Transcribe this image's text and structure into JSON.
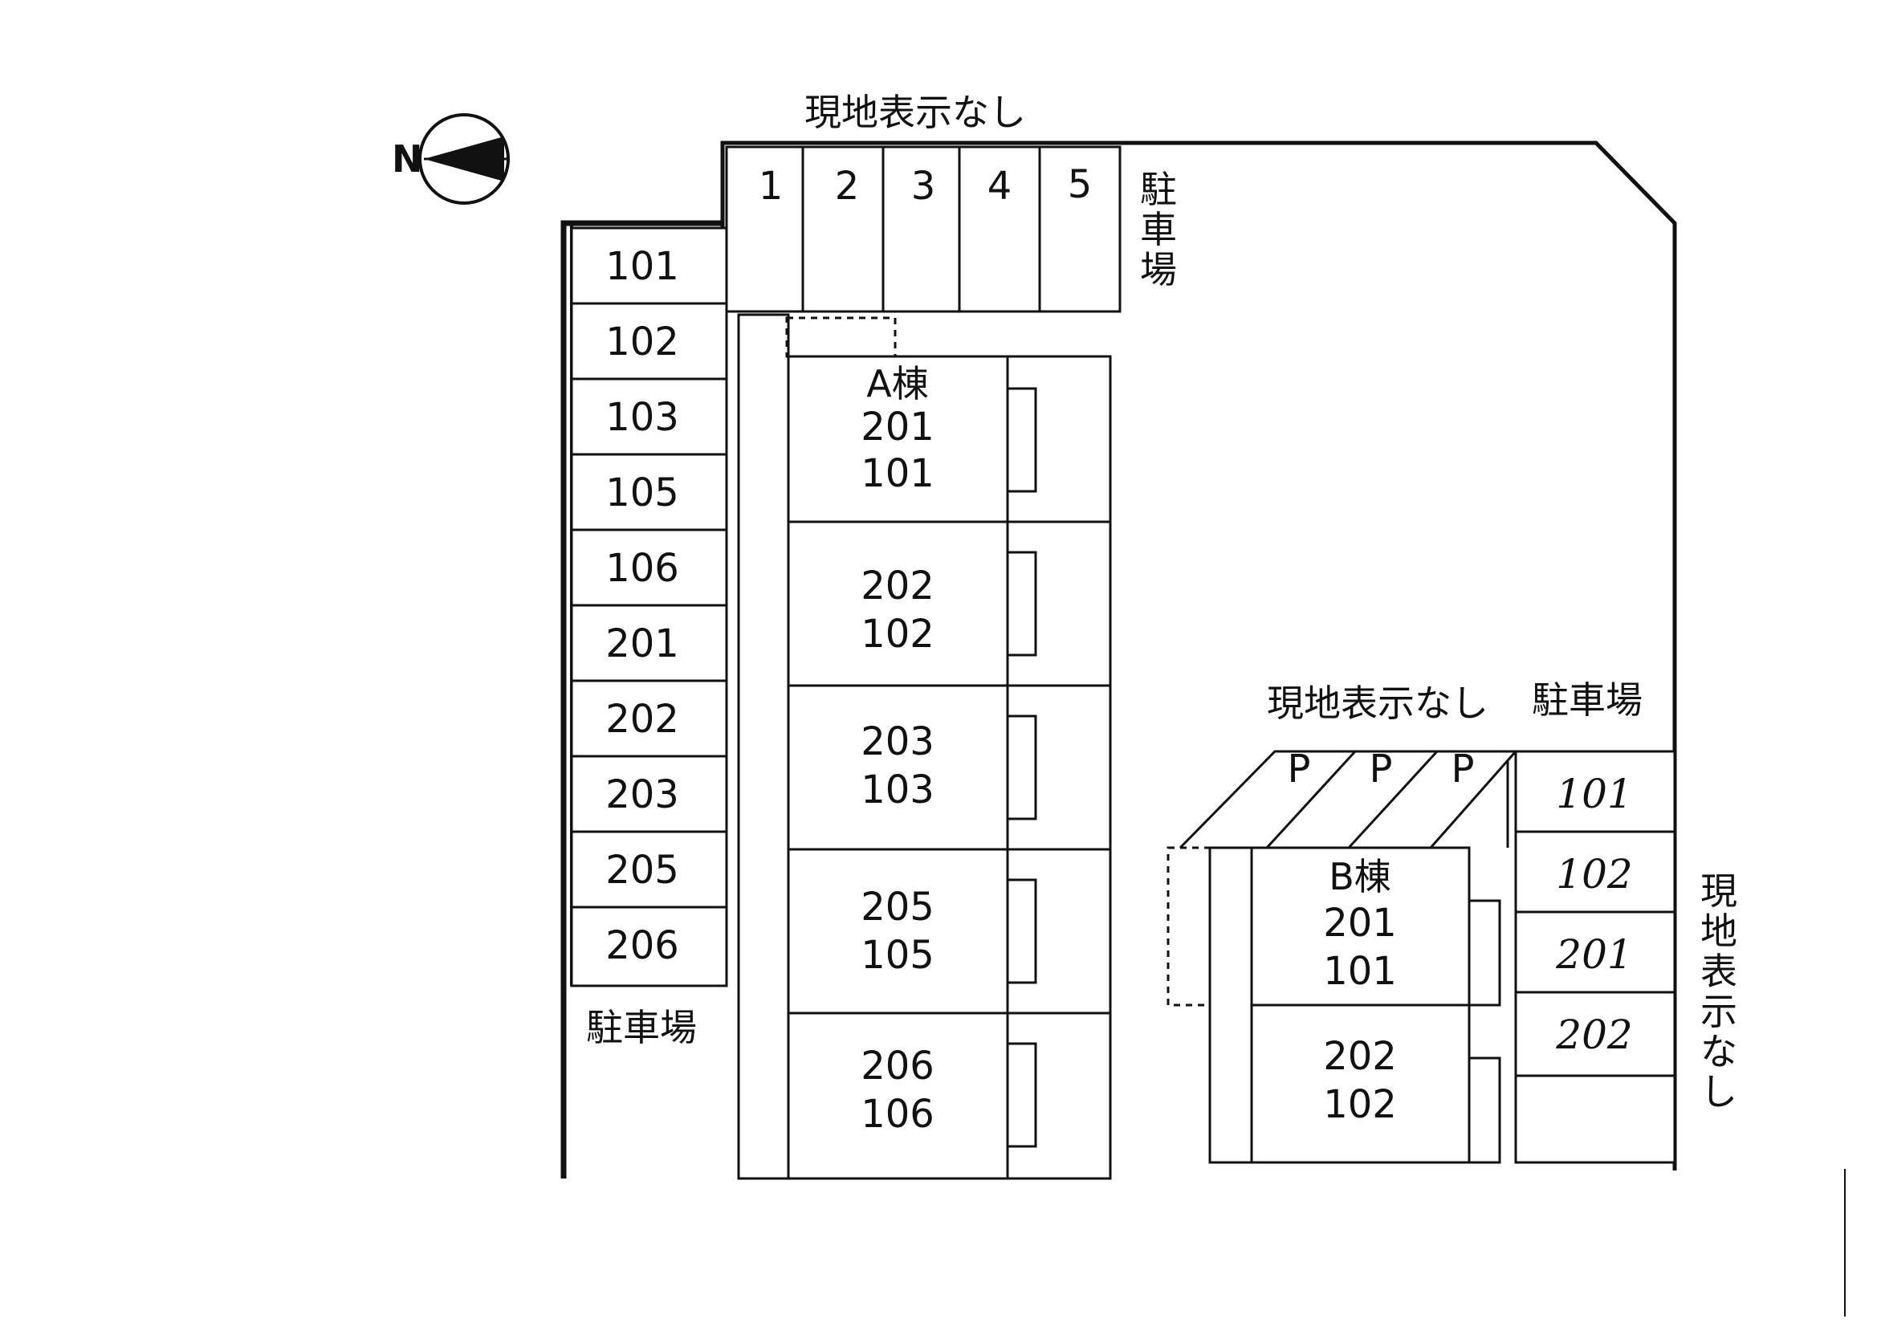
{
  "compass": {
    "north_label": "N"
  },
  "labels": {
    "top_no_sign": "現地表示なし",
    "top_parking": [
      "駐",
      "車",
      "場"
    ],
    "left_parking": "駐車場",
    "b_area_no_sign": "現地表示なし",
    "b_area_parking": "駐車場",
    "right_no_sign": [
      "現",
      "地",
      "表",
      "示",
      "な",
      "し"
    ]
  },
  "top_parking_spaces": [
    "1",
    "2",
    "3",
    "4",
    "5"
  ],
  "left_parking_spaces": [
    "101",
    "102",
    "103",
    "105",
    "106",
    "201",
    "202",
    "203",
    "205",
    "206"
  ],
  "building_a": {
    "name": "A棟",
    "units": [
      {
        "upper": "201",
        "lower": "101"
      },
      {
        "upper": "202",
        "lower": "102"
      },
      {
        "upper": "203",
        "lower": "103"
      },
      {
        "upper": "205",
        "lower": "105"
      },
      {
        "upper": "206",
        "lower": "106"
      }
    ]
  },
  "building_b": {
    "name": "B棟",
    "units": [
      {
        "upper": "201",
        "lower": "101"
      },
      {
        "upper": "202",
        "lower": "102"
      }
    ]
  },
  "b_parking_markers": [
    "P",
    "P",
    "P"
  ],
  "b_parking_spaces": [
    "101",
    "102",
    "201",
    "202",
    ""
  ]
}
